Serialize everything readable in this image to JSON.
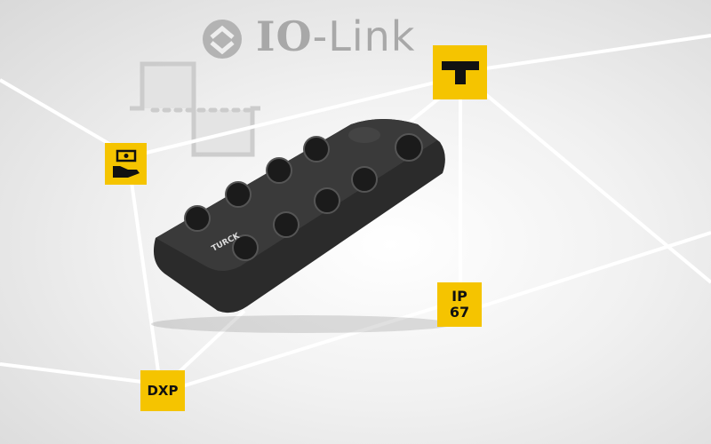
{
  "logo": {
    "brand_bold": "IO",
    "brand_rest": "-Link"
  },
  "device": {
    "brand": "TURCK"
  },
  "badges": {
    "ip_line1": "IP",
    "ip_line2": "67",
    "dxp": "DXP"
  },
  "colors": {
    "accent": "#f5c400",
    "device": "#2a2a2a",
    "logo": "#a8a8a8"
  }
}
